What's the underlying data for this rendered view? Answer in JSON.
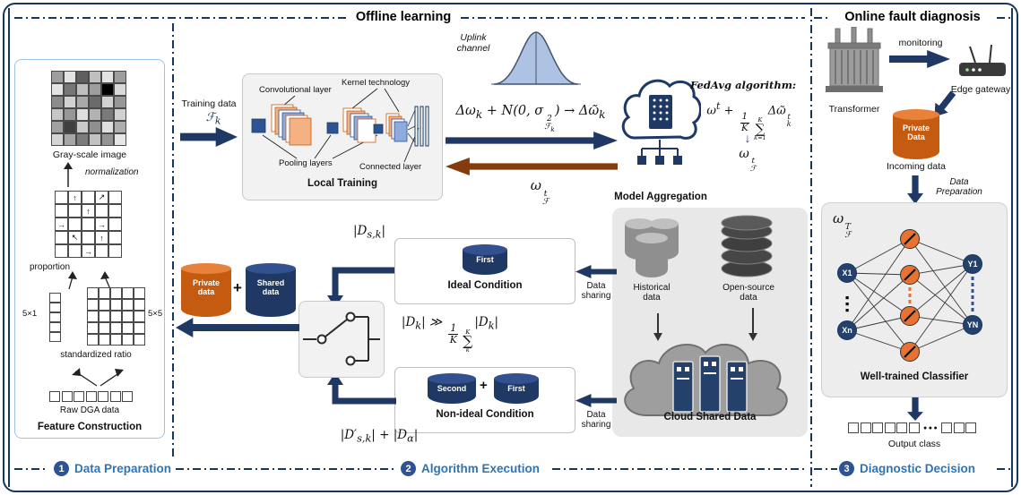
{
  "header": {
    "offline_title": "Offline learning",
    "online_title": "Online fault diagnosis"
  },
  "footer": {
    "s1": {
      "num": "1",
      "label": "Data Preparation"
    },
    "s2": {
      "num": "2",
      "label": "Algorithm Execution"
    },
    "s3": {
      "num": "3",
      "label": "Diagnostic Decision"
    }
  },
  "colors": {
    "navy": "#1F3864",
    "brown": "#843C0C",
    "orange": "#C55A11",
    "section_blue": "#2E74B5"
  },
  "data_prep": {
    "grayscale_label": "Gray-scale image",
    "normalization": "normalization",
    "proportion": "proportion",
    "dim_left": "5×1",
    "dim_right": "5×5",
    "standardized": "standardized ratio",
    "raw_label": "Raw DGA data",
    "title": "Feature Construction",
    "grayscale_cells": [
      "#9e9e9e",
      "#e3e3e3",
      "#5f5f5f",
      "#bfbfbf",
      "#e3e3e3",
      "#9e9e9e",
      "#e3e3e3",
      "#777777",
      "#bfbfbf",
      "#9e9e9e",
      "#000000",
      "#d9d9d9",
      "#8c8c8c",
      "#d1d1d1",
      "#a9a9a9",
      "#6b6b6b",
      "#d1d1d1",
      "#979797",
      "#c6c6c6",
      "#979797",
      "#dedede",
      "#b2b2b2",
      "#7a7a7a",
      "#d1d1d1",
      "#a1a1a1",
      "#3f3f3f",
      "#cacaca",
      "#8f8f8f",
      "#dedede",
      "#aeaeae",
      "#d4d4d4",
      "#a6a6a6",
      "#7c7c7c",
      "#c2c2c2",
      "#949494",
      "#e6e6e6"
    ],
    "proportion_cells": [
      "",
      "↑",
      "",
      "↗",
      "",
      "",
      "",
      "↑",
      "",
      "",
      "→",
      "",
      "",
      "→",
      "",
      "",
      "↖",
      "",
      "↑",
      "",
      "",
      "",
      "→",
      "",
      ""
    ],
    "col_cells": [
      "",
      "",
      "",
      "",
      ""
    ],
    "ratio_cells": [
      "",
      "",
      "",
      "",
      "",
      "",
      "",
      "",
      "",
      "",
      "",
      "",
      "",
      "",
      "",
      "",
      "",
      "",
      "",
      "",
      "",
      "",
      "",
      "",
      ""
    ],
    "raw_cells": [
      "",
      "",
      "",
      "",
      "",
      "",
      ""
    ]
  },
  "training": {
    "label": "Training data",
    "symbol": "ℱ<sub>k</sub>"
  },
  "local_training": {
    "conv_label": "Convolutional layer",
    "kernel_label": "Kernel technology",
    "pooling_label": "Pooling layers",
    "connected_label": "Connected layer",
    "title": "Local Training"
  },
  "uplink": {
    "channel_label": "Uplink\nchannel",
    "noise_formula": "Δω<sub>k</sub> + N(0, σ<span class='stk'><span>2</span><span>ℱ<sub>k</sub></span></span>) → Δῶ<sub>k</sub>",
    "return_symbol": "ω<span class='stk'><span>t</span><span>ℱ</span></span>"
  },
  "aggregation": {
    "title": "Model Aggregation",
    "fedavg_title": "FedAvg algorithm:",
    "fedavg_formula": "ω<sup>t</sup> + <span class='frac'><span>1</span><span>K</span></span><span class='bigsum'><span>K</span><span class='sig'>∑</span><span>k=1</span></span>Δῶ<span class='stk'><span>t</span><span>k</span></span>",
    "down_arrow": "↓",
    "result_symbol": "ω<span class='stk'><span>t</span><span>ℱ</span></span>"
  },
  "cloud_box": {
    "historical_label": "Historical\ndata",
    "open_source_label": "Open-source\ndata",
    "title": "Cloud Shared Data"
  },
  "conditions": {
    "d_sk": "|D<sub>s,k</sub>|",
    "ideal_title": "Ideal Condition",
    "first": "First",
    "second": "Second",
    "plus": "+",
    "nonideal_title": "Non-ideal Condition",
    "nonideal_formula": "|D′<sub>s,k</sub>| + |D<sub>α</sub>|",
    "switch_formula": "|D<sub>k</sub>| ≫ <span class='frac'><span>1</span><span>K</span></span><span class='bigsum'><span>K</span><span class='sig'>∑</span><span>k</span></span>|D<sub>k</sub>|",
    "data_sharing": "Data\nsharing",
    "private_cyl": "Private\ndata",
    "shared_cyl": "Shared\ndata"
  },
  "online": {
    "transformer_label": "Transformer",
    "monitoring": "monitoring",
    "gateway_label": "Edge gateway",
    "private_data": "Private\nData",
    "incoming": "Incoming data",
    "data_preparation": "Data\nPreparation",
    "omega_symbol": "ω<span class='stk'><span>T</span><span>ℱ</span></span>",
    "x1": "X1",
    "xn": "Xn",
    "y1": "Y1",
    "yn": "YN",
    "classifier": "Well-trained Classifier",
    "output_label": "Output class",
    "output_cells": [
      "",
      "",
      "",
      "",
      "",
      "",
      "●●●",
      "",
      "",
      ""
    ]
  }
}
